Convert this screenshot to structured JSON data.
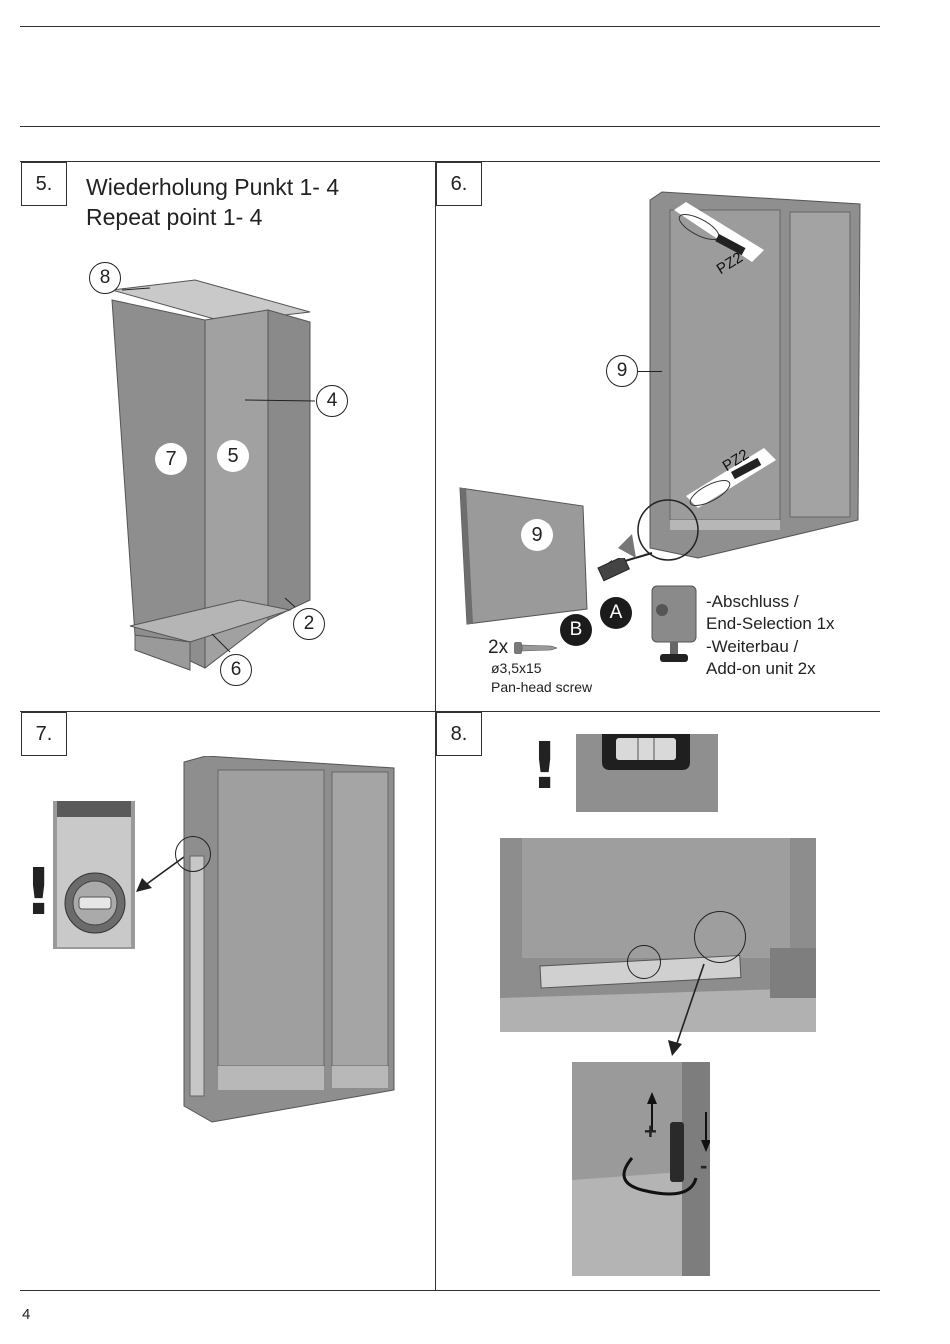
{
  "steps": [
    {
      "number": "5.",
      "title_de": "Wiederholung Punkt 1- 4",
      "title_en": "Repeat point 1- 4",
      "callouts": [
        "8",
        "4",
        "7",
        "5",
        "2",
        "6"
      ]
    },
    {
      "number": "6.",
      "callouts": [
        "9",
        "9",
        "A",
        "B"
      ],
      "tool_label": "PZ2",
      "screw": {
        "qty": "2x",
        "size": "ø3,5x15",
        "type": "Pan-head screw"
      },
      "foot_lines": [
        "-Abschluss /",
        "End-Selection 1x",
        "-Weiterbau /",
        "Add-on unit 2x"
      ]
    },
    {
      "number": "7.",
      "warning": "!"
    },
    {
      "number": "8.",
      "warning": "!",
      "plus": "+",
      "minus": "-"
    }
  ],
  "page_number": "4"
}
